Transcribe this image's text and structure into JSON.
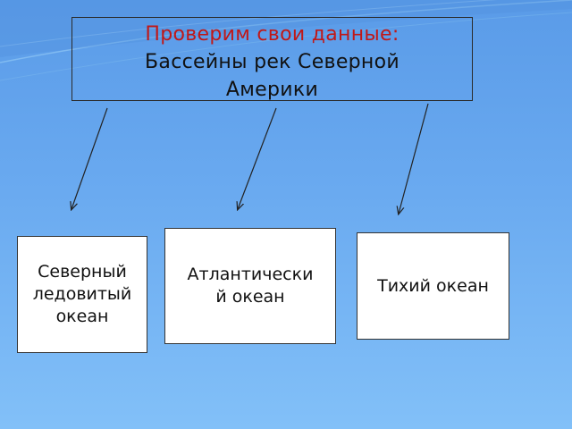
{
  "title": {
    "accent": "Проверим свои данные:",
    "line1": "Бассейны рек Северной",
    "line2": "Америки"
  },
  "boxes": [
    {
      "label": "Северный\nледовитый\nокеан"
    },
    {
      "label": "Атлантически\nй океан"
    },
    {
      "label": "Тихий океан"
    }
  ],
  "colors": {
    "accent_text": "#c01818",
    "background_top": "#5a9be8",
    "background_bottom": "#82c0f8"
  }
}
